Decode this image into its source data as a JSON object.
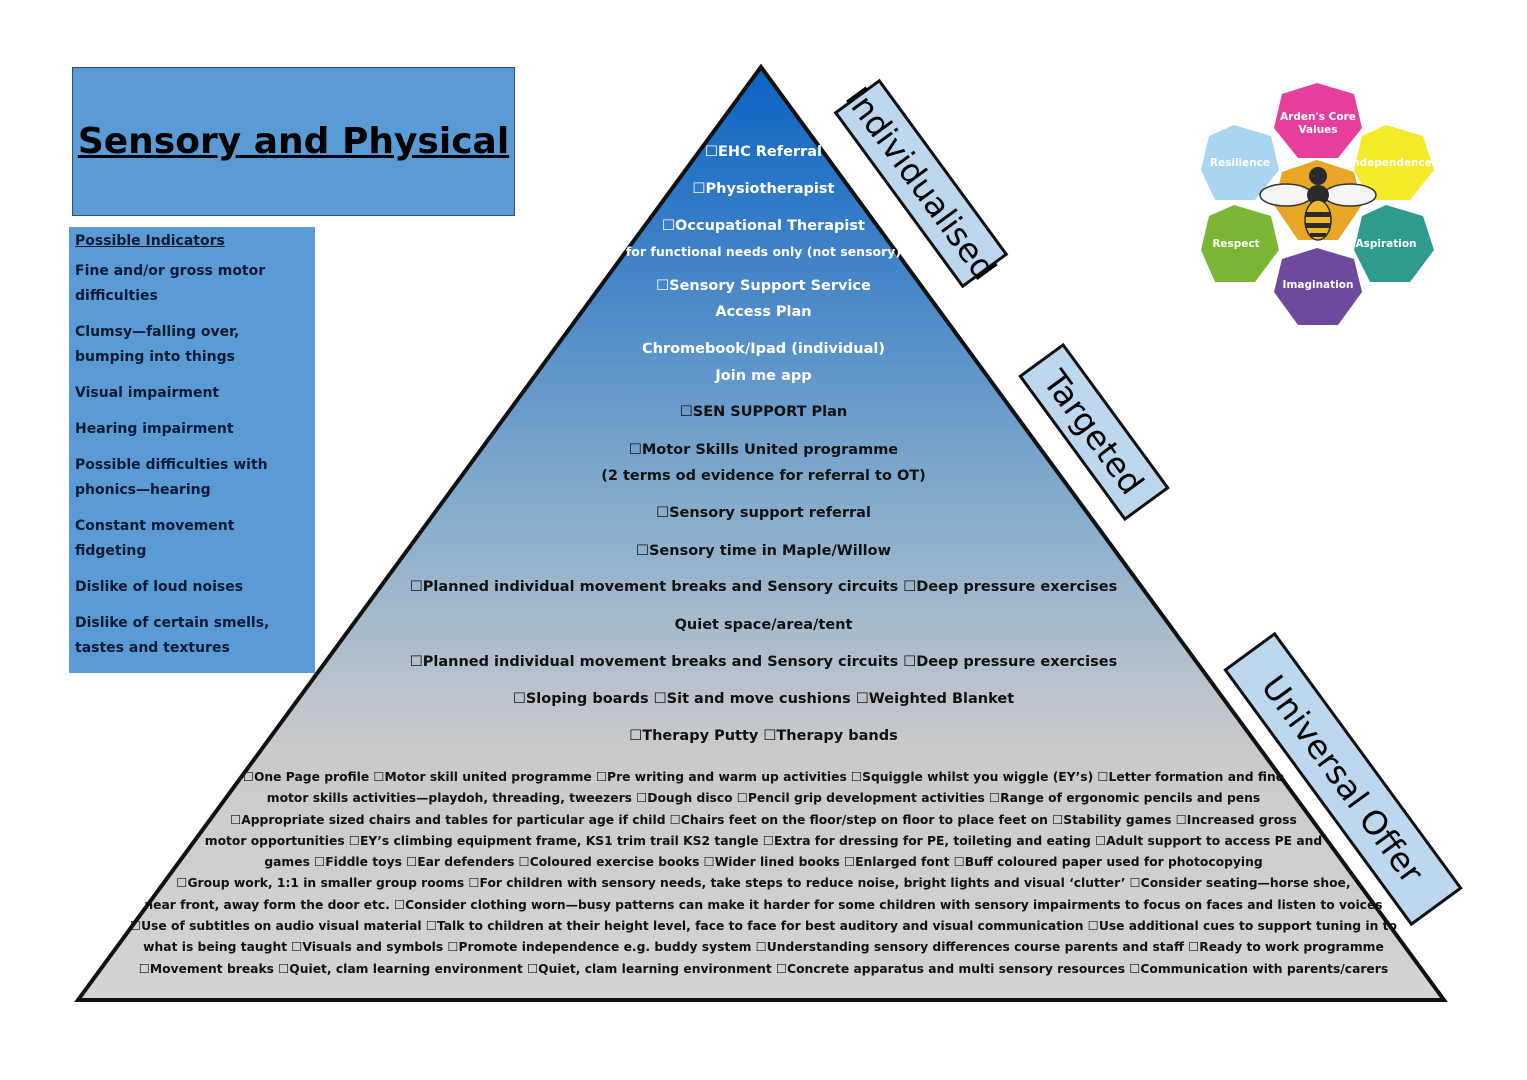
{
  "title": "Sensory and Physical",
  "indicators": {
    "heading": "Possible Indicators",
    "items": [
      "Fine and/or gross motor difficulties",
      "Clumsy—falling over, bumping into things",
      "Visual impairment",
      "Hearing impairment",
      "Possible difficulties with phonics—hearing",
      "Constant movement fidgeting",
      "Dislike of loud noises",
      "Dislike of certain smells, tastes and textures"
    ]
  },
  "tiers": {
    "individualised": "Individualised",
    "targeted": "Targeted",
    "universal": "Universal Offer"
  },
  "pyramid": {
    "individualised": {
      "ehc": "☐EHC Referral",
      "physio": "☐Physiotherapist",
      "ot": "☐Occupational Therapist",
      "ot_note": "for functional needs only (not sensory)",
      "sss_1": "☐Sensory Support Service",
      "sss_2": "Access Plan",
      "chrome_1": "Chromebook/Ipad (individual)",
      "chrome_2": "Join me app"
    },
    "targeted": {
      "sen": "☐SEN SUPPORT Plan",
      "msu_1": "☐Motor Skills United programme",
      "msu_2": "(2 terms od evidence for referral to OT)",
      "sref": "☐Sensory support referral",
      "stime": "☐Sensory time in Maple/Willow",
      "breaks_a": "☐Planned individual movement breaks and Sensory circuits ☐Deep pressure exercises",
      "quiet": "Quiet space/area/tent",
      "breaks_b": "☐Planned individual movement breaks and Sensory circuits ☐Deep pressure exercises",
      "boards": "☐Sloping boards ☐Sit and move cushions ☐Weighted Blanket",
      "putty": "☐Therapy Putty ☐Therapy bands"
    },
    "universal_lines": [
      "☐One Page profile ☐Motor skill united programme ☐Pre writing and warm up activities ☐Squiggle whilst you wiggle (EY’s) ☐Letter formation and fine",
      "motor skills activities—playdoh, threading, tweezers ☐Dough disco ☐Pencil grip development activities ☐Range of ergonomic pencils and pens",
      "☐Appropriate sized chairs and tables for particular age if child ☐Chairs feet on the floor/step on floor to place feet on  ☐Stability games  ☐Increased gross",
      "motor opportunities ☐EY’s climbing equipment frame, KS1 trim trail KS2 tangle ☐Extra for dressing for PE, toileting and eating ☐Adult support to access PE and",
      "games  ☐Fiddle toys ☐Ear defenders ☐Coloured exercise books ☐Wider lined books  ☐Enlarged font ☐Buff coloured paper used for photocopying",
      "☐Group work, 1:1 in smaller group rooms ☐For children with sensory needs, take steps to reduce noise, bright lights and visual ‘clutter’ ☐Consider seating—horse shoe,",
      "near front, away form the door etc. ☐Consider clothing worn—busy patterns can make it harder for some children with sensory impairments to focus on faces and listen to voices",
      "☐Use of subtitles on audio visual material ☐Talk to children at their height level, face to face for best auditory and visual communication ☐Use additional cues to support tuning in to",
      "what is being taught ☐Visuals and symbols ☐Promote independence e.g. buddy system ☐Understanding sensory differences course parents and staff ☐Ready to work programme",
      "☐Movement breaks ☐Quiet, clam learning environment  ☐Quiet, clam learning environment  ☐Concrete apparatus and multi sensory resources  ☐Communication with parents/carers"
    ]
  },
  "logo": {
    "core_values": [
      "Arden's Core",
      "Values"
    ],
    "resilience": "Resilience",
    "independence": "Independence",
    "respect": "Respect",
    "aspiration": "Aspiration",
    "imagination": "Imagination",
    "colors": {
      "core": "#e83e9b",
      "resilience": "#a9d5f0",
      "independence": "#f5ea2a",
      "respect": "#7ab534",
      "aspiration": "#2f9a8e",
      "imagination": "#6e4a9e",
      "bee": "#e7a625"
    }
  },
  "colors": {
    "title_box": "#5b9bd5",
    "pyramid_top": "#0b63c4",
    "pyramid_bottom": "#d0d0d0",
    "tier_label": "#bdd7ee"
  }
}
